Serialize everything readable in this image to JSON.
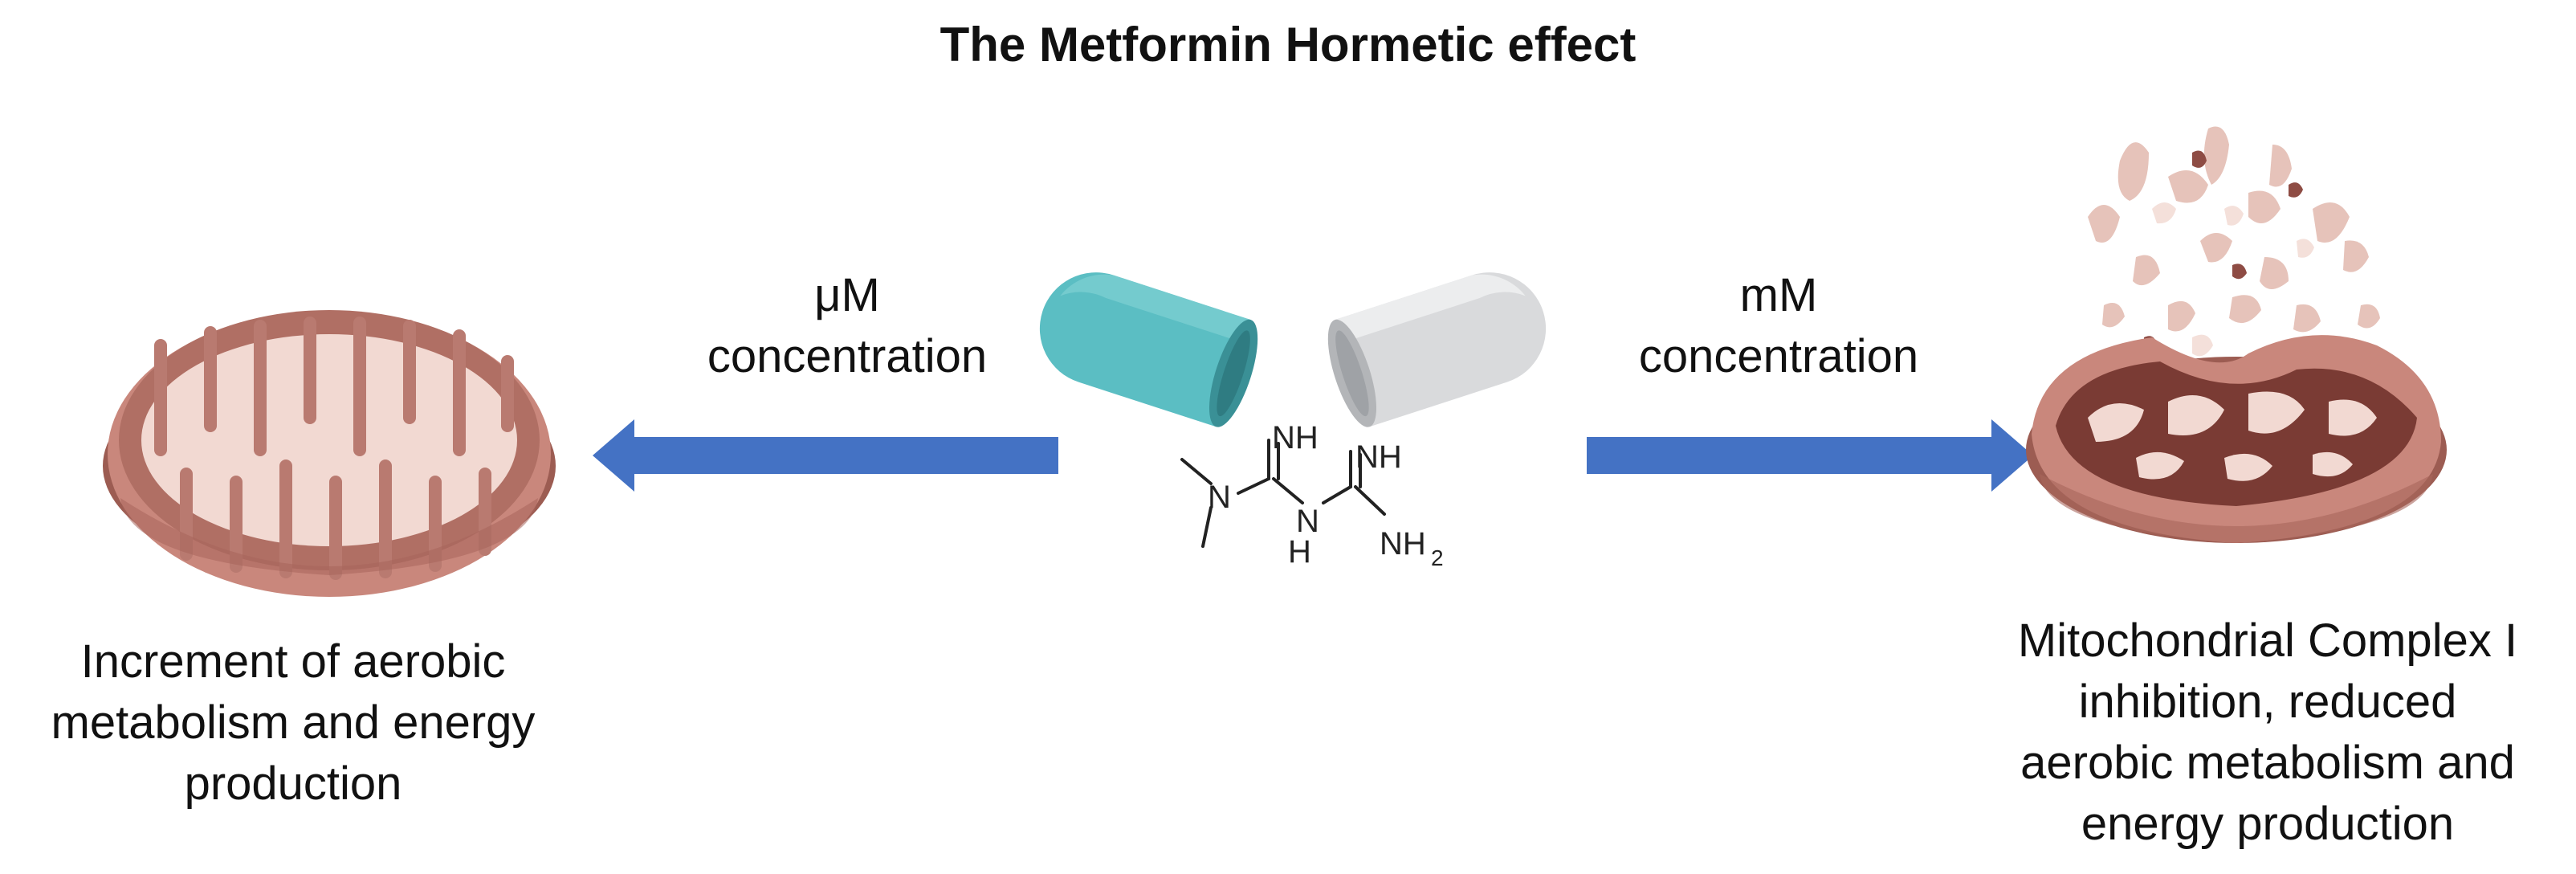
{
  "title": "The Metformin Hormetic effect",
  "left_arrow": {
    "label_lines": [
      "μM",
      "concentration"
    ]
  },
  "right_arrow": {
    "label_lines": [
      "mM",
      "concentration"
    ]
  },
  "left_outcome": {
    "lines": [
      "Increment of aerobic",
      "metabolism and energy",
      "production"
    ]
  },
  "right_outcome": {
    "lines": [
      "Mitochondrial Complex I",
      "inhibition, reduced",
      "aerobic metabolism and",
      "energy production"
    ]
  },
  "molecule": {
    "labels": [
      "NH",
      "NH",
      "N",
      "N",
      "H",
      "NH",
      "2"
    ]
  },
  "colors": {
    "arrow": "#4472C4",
    "capsule_teal": "#5BBEC3",
    "capsule_gray": "#D9DADC",
    "mito_outer": "#C9877C",
    "mito_inner": "#F2D9D2",
    "mito_dark": "#7A3B34"
  },
  "icons": [
    "healthy-mitochondrion-icon",
    "metformin-capsule-icon",
    "damaged-mitochondrion-icon"
  ]
}
